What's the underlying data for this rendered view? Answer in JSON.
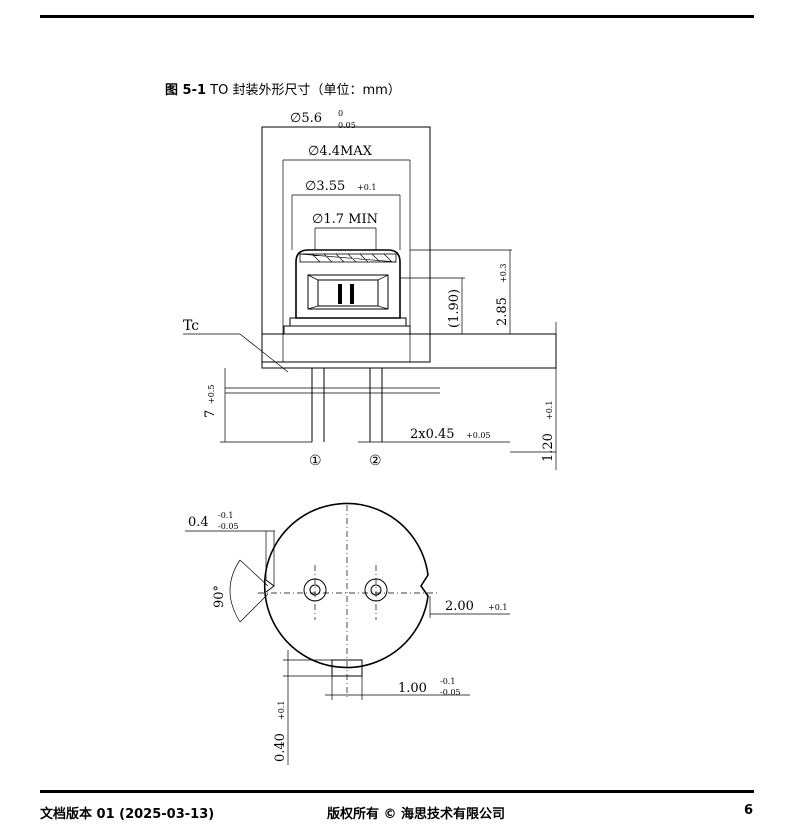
{
  "header": {
    "rule": true
  },
  "figure": {
    "number": "图 5-1",
    "caption": "TO 封装外形尺寸（单位：mm）"
  },
  "drawing": {
    "dim_outer_diameter": "∅5.6",
    "dim_outer_tol_upper": "0",
    "dim_outer_tol_lower": "0.05",
    "dim_cap_diameter": "∅4.4MAX",
    "dim_window_diameter": "∅3.55",
    "dim_window_tol": "+0.1",
    "dim_aperture": "∅1.7 MIN",
    "dim_height_chip": "(1.90)",
    "dim_height_total": "2.85",
    "dim_height_total_tol": "+0.3",
    "label_tc": "Tc",
    "dim_lead_length": "7",
    "dim_lead_length_tol": "+0.5",
    "dim_flange": "1.20",
    "dim_flange_tol": "+0.1",
    "dim_pin": "2x0.45",
    "dim_pin_tol": "+0.05",
    "pin1": "①",
    "pin2": "②",
    "dim_notch": "0.4",
    "dim_notch_tol_upper": "-0.1",
    "dim_notch_tol_lower": "-0.05",
    "dim_angle": "90°",
    "dim_pitch": "2.00",
    "dim_pitch_tol": "+0.1",
    "dim_key_width": "1.00",
    "dim_key_tol_upper": "-0.1",
    "dim_key_tol_lower": "-0.05",
    "dim_key_depth": "0.40",
    "dim_key_depth_tol": "+0.1"
  },
  "footer": {
    "version": "文档版本 01 (2025-03-13)",
    "copyright": "版权所有 © 海思技术有限公司",
    "page": "6"
  }
}
